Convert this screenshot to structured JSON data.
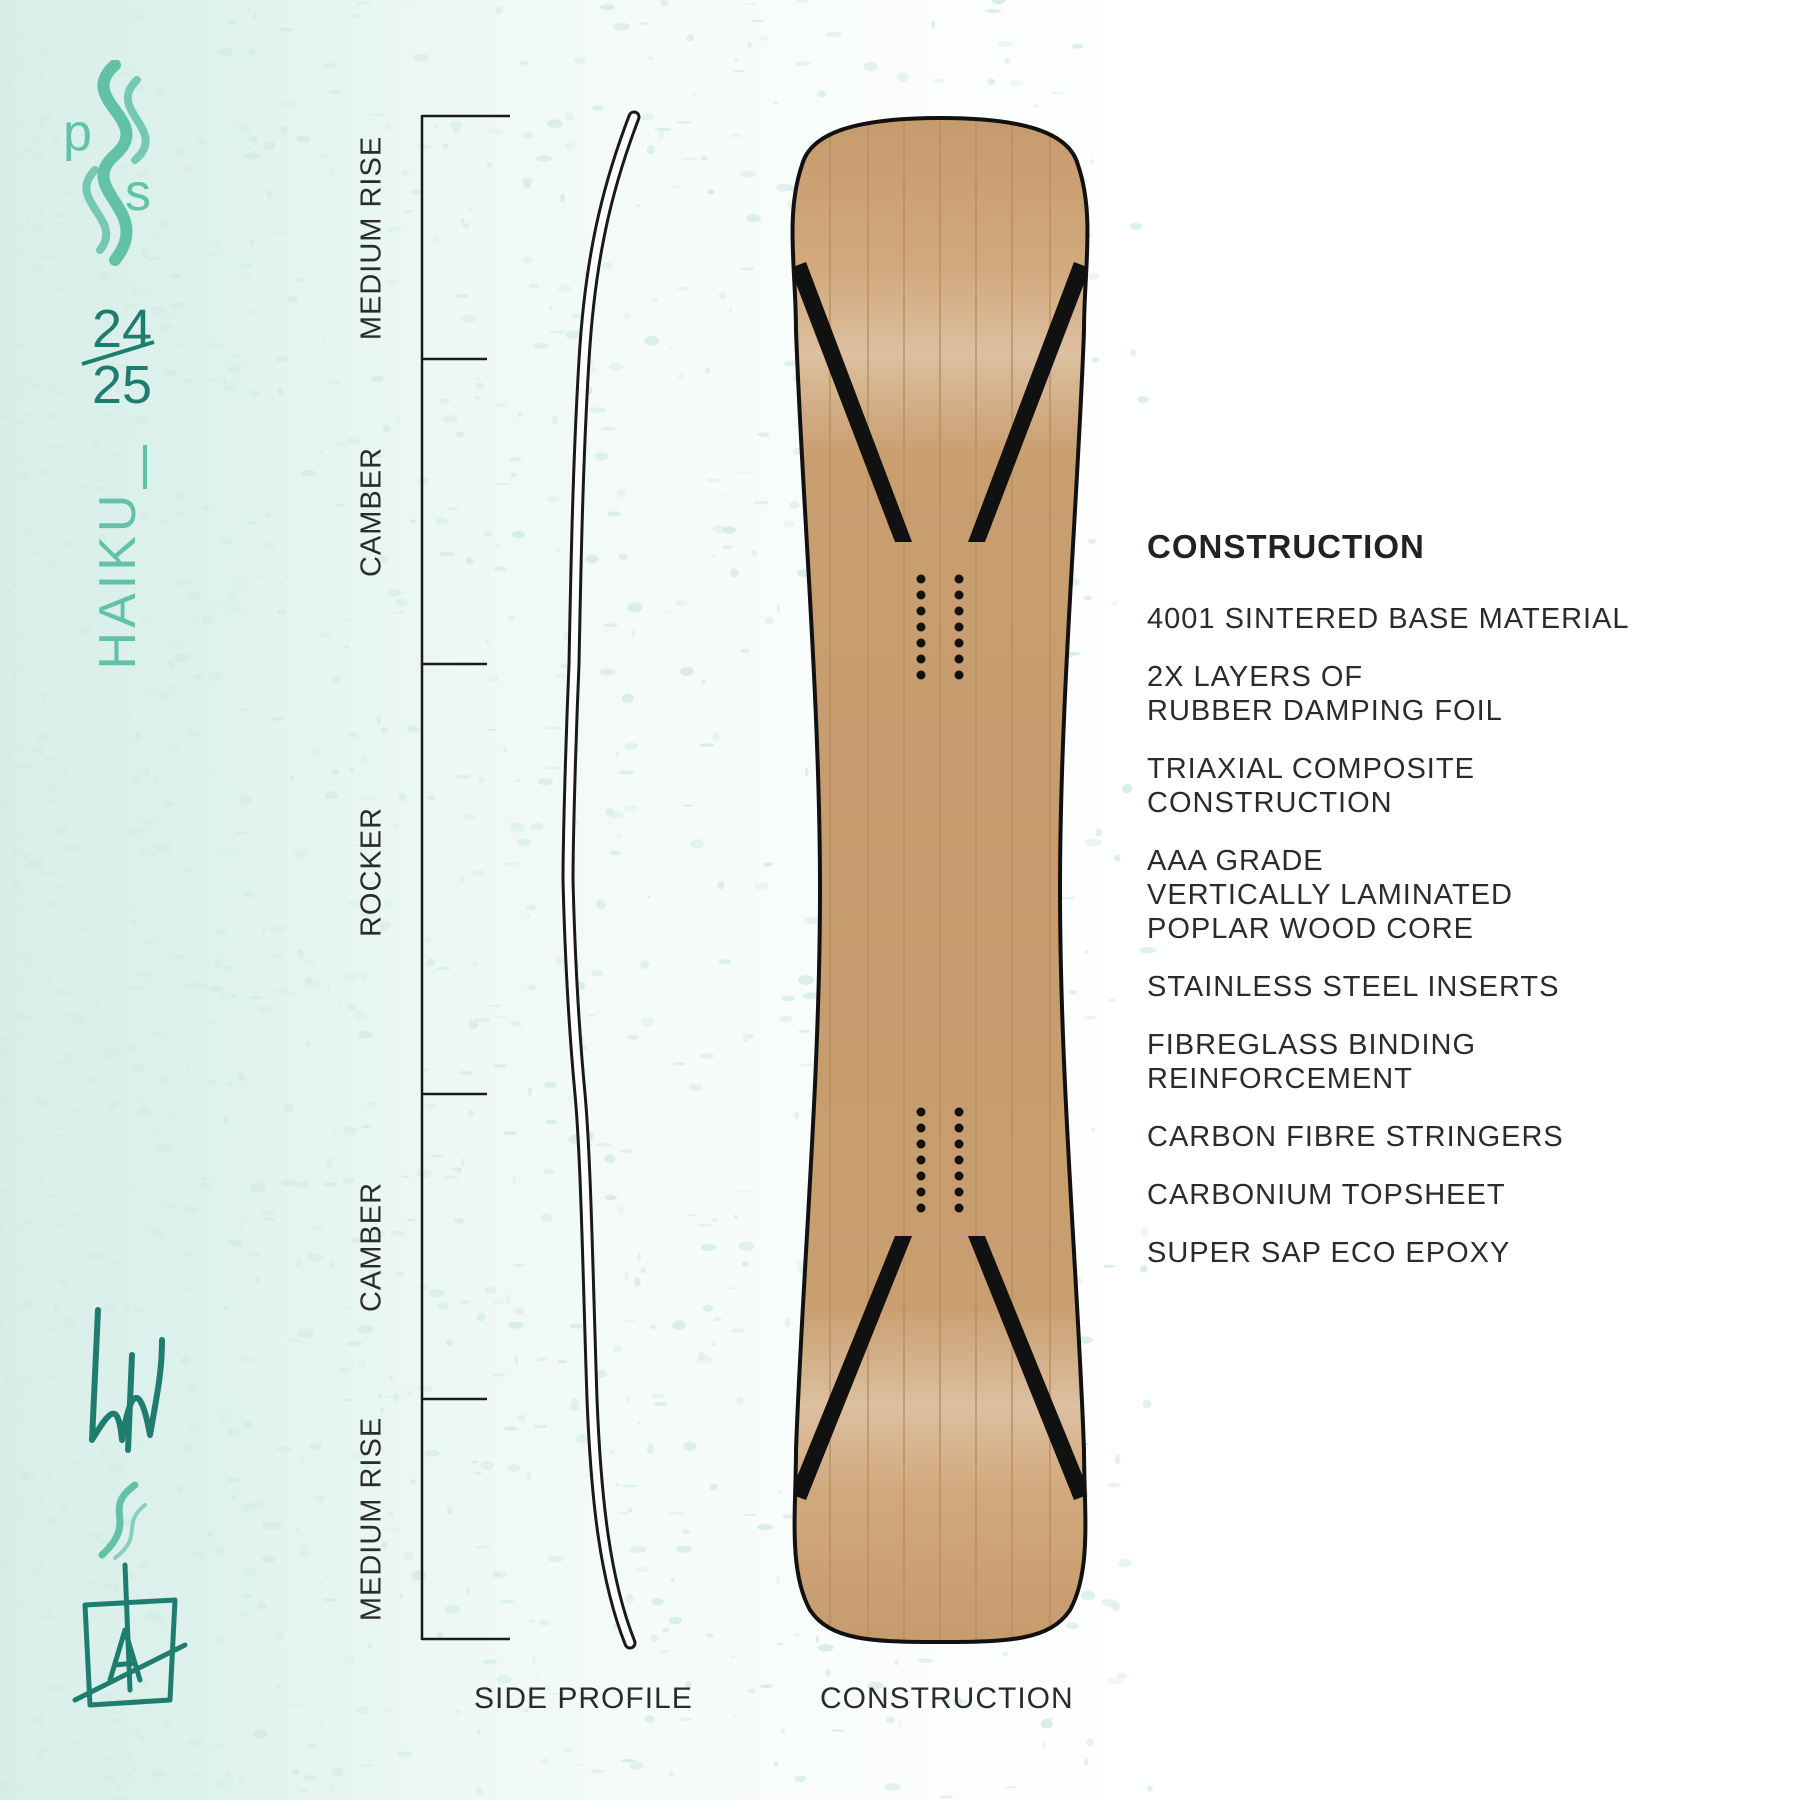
{
  "brand": {
    "logo_letters": [
      "p",
      "s"
    ],
    "season_top": "24",
    "season_bottom": "25",
    "separator": "|",
    "model_name": "HAIKU"
  },
  "colors": {
    "accent_teal": "#62c2a6",
    "dark_teal": "#1f7d6f",
    "speckle_mint": "#d8efe9",
    "wood": "#c69b6d",
    "wood_light": "#dcc0a0",
    "outline": "#111111"
  },
  "profile_zones": [
    {
      "label": "MEDIUM RISE"
    },
    {
      "label": "CAMBER"
    },
    {
      "label": "ROCKER"
    },
    {
      "label": "CAMBER"
    },
    {
      "label": "MEDIUM RISE"
    }
  ],
  "captions": {
    "side_profile": "SIDE PROFILE",
    "construction": "CONSTRUCTION"
  },
  "specs": {
    "heading": "CONSTRUCTION",
    "items": [
      "4001 SINTERED BASE MATERIAL",
      "2X LAYERS OF\nRUBBER DAMPING FOIL",
      "TRIAXIAL COMPOSITE\nCONSTRUCTION",
      "AAA GRADE\nVERTICALLY LAMINATED\nPOPLAR WOOD CORE",
      "STAINLESS STEEL INSERTS",
      "FIBREGLASS BINDING\nREINFORCEMENT",
      "CARBON FIBRE STRINGERS",
      "CARBONIUM TOPSHEET",
      "SUPER SAP ECO EPOXY"
    ]
  },
  "icons": {
    "brand_logo": "ps-wave-logo-icon",
    "signature": "artist-signature-icon",
    "stamp": "artist-stamp-icon"
  }
}
